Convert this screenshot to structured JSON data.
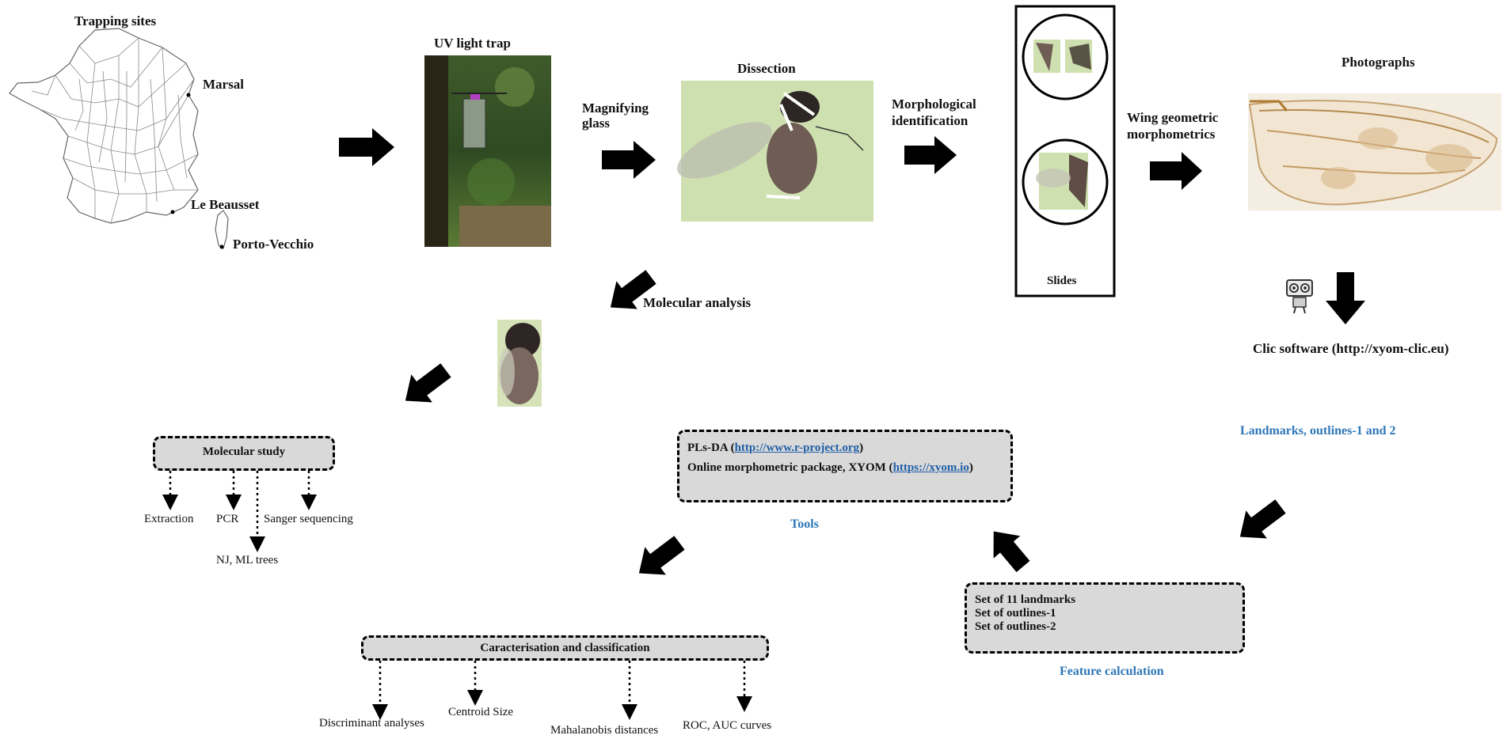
{
  "map": {
    "title": "Trapping  sites",
    "sites": [
      "Marsal",
      "Le Beausset",
      "Porto-Vecchio"
    ]
  },
  "uv_trap": {
    "label": "UV  light trap"
  },
  "magnifying": {
    "label_line1": "Magnifying",
    "label_line2": "glass"
  },
  "dissection": {
    "label": "Dissection"
  },
  "morpho_id": {
    "label_line1": "Morphological",
    "label_line2": "identification"
  },
  "slides": {
    "label": "Slides"
  },
  "wing_gm": {
    "label_line1": "Wing geometric",
    "label_line2": "morphometrics"
  },
  "photographs": {
    "label": "Photographs"
  },
  "clic": {
    "label": "Clic software (http://xyom-clic.eu)"
  },
  "molecular_analysis": {
    "label": "Molecular analysis"
  },
  "molecular_study": {
    "title": "Molecular study",
    "steps": [
      "Extraction",
      "PCR",
      "NJ, ML trees",
      "Sanger sequencing"
    ]
  },
  "landmarks_outlines": {
    "label": "Landmarks, outlines-1 and 2"
  },
  "tools": {
    "line1_prefix": "PLs-DA (",
    "line1_link": "http://www.r-project.org",
    "line1_suffix": ")",
    "line2_prefix": "Online morphometric package, XYOM (",
    "line2_link": "https://xyom.io",
    "line2_suffix": ")",
    "caption": "Tools"
  },
  "features": {
    "lines": [
      "Set of 11 landmarks",
      "Set of outlines-1",
      "Set of outlines-2"
    ],
    "caption": "Feature calculation"
  },
  "classification": {
    "title": "Caracterisation and classification",
    "steps": [
      "Discriminant analyses",
      "Centroid Size",
      "Mahalanobis distances",
      "ROC, AUC curves"
    ]
  },
  "colors": {
    "accent_blue": "#2e77b8",
    "box_fill": "#d9d9d9"
  }
}
